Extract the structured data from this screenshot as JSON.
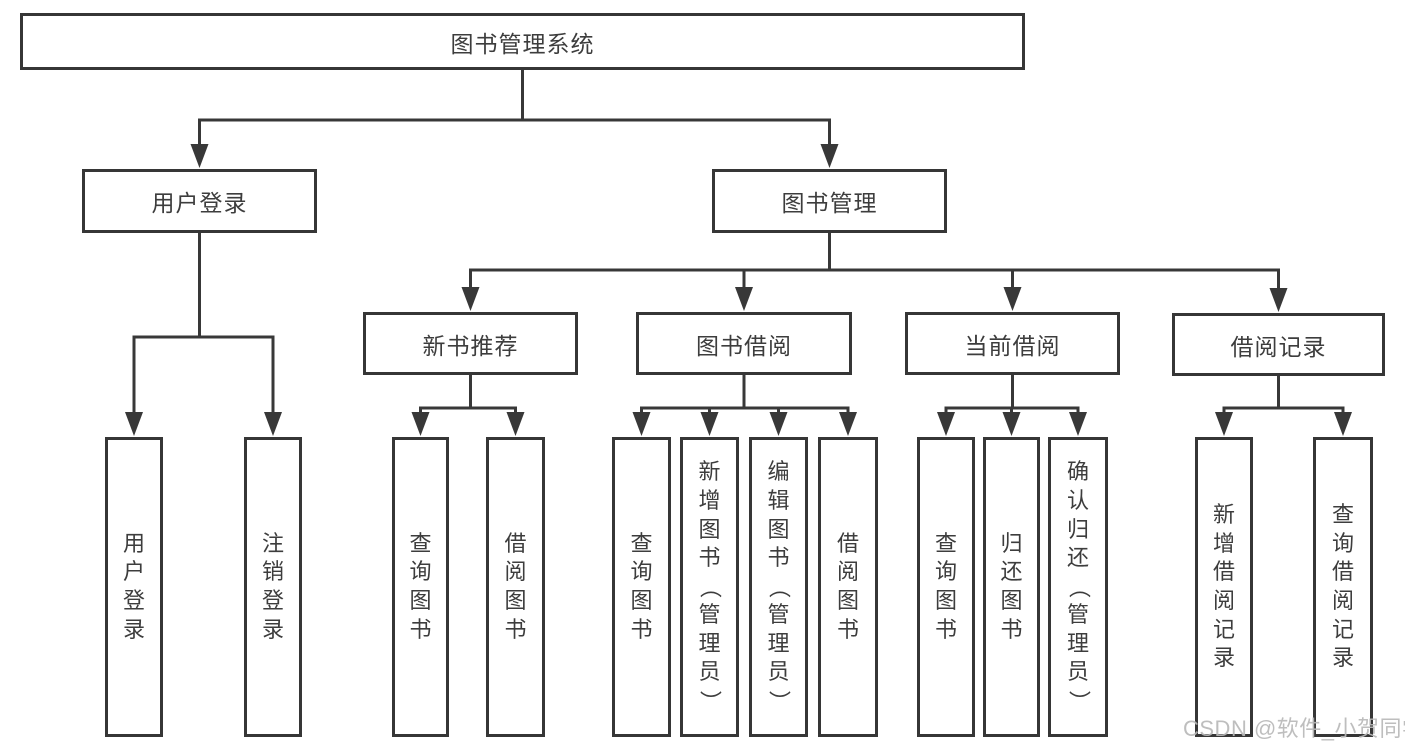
{
  "diagram": {
    "root": {
      "label": "图书管理系统"
    },
    "level2": {
      "user_login": {
        "label": "用户登录"
      },
      "book_mgmt": {
        "label": "图书管理"
      }
    },
    "level3": {
      "new_book_rec": {
        "label": "新书推荐"
      },
      "book_borrow": {
        "label": "图书借阅"
      },
      "current_borrow": {
        "label": "当前借阅"
      },
      "borrow_records": {
        "label": "借阅记录"
      }
    },
    "leaves": {
      "ul_user_login": {
        "label": "用户登录"
      },
      "ul_logout": {
        "label": "注销登录"
      },
      "nbr_query": {
        "label": "查询图书"
      },
      "nbr_borrow": {
        "label": "借阅图书"
      },
      "bb_query": {
        "label": "查询图书"
      },
      "bb_add": {
        "label": "新增图书（管理员）"
      },
      "bb_edit": {
        "label": "编辑图书（管理员）"
      },
      "bb_borrow": {
        "label": "借阅图书"
      },
      "cb_query": {
        "label": "查询图书"
      },
      "cb_return": {
        "label": "归还图书"
      },
      "cb_confirm": {
        "label": "确认归还（管理员）"
      },
      "br_add": {
        "label": "新增借阅记录"
      },
      "br_query": {
        "label": "查询借阅记录"
      }
    }
  },
  "colors": {
    "line": "#383838",
    "text": "#3d3d3d",
    "watermark": "#b9b9b9"
  },
  "watermark": "CSDN @软件_小贺同学"
}
